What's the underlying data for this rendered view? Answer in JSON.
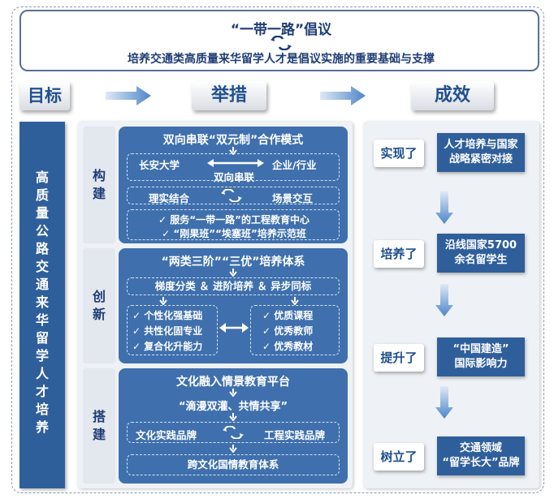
{
  "header": {
    "title": "“一带一路”倡议",
    "subtitle": "培养交通类高质量来华留学人才是倡议实施的重要基础与支撑"
  },
  "columns": {
    "goal": "目标",
    "measures": "举措",
    "results": "成效"
  },
  "goal_text": [
    "高",
    "质",
    "量",
    "公",
    "路",
    "交",
    "通",
    "来",
    "华",
    "留",
    "学",
    "人",
    "才",
    "培",
    "养"
  ],
  "sections": [
    {
      "label": "构建",
      "title": "双向串联“双元制”合作模式",
      "row1_left": "长安大学",
      "row1_right": "企业/行业",
      "row1_caption": "双向串联",
      "row2_left": "理实结合",
      "row2_right": "场景交互",
      "items": [
        "✓ 服务“一带一路”的工程教育中心",
        "✓ “刚果班”“埃塞班”培养示范班"
      ]
    },
    {
      "label": "创新",
      "title": "“两类三阶”“三优”培养体系",
      "row1": "梯度分类 ＆ 进阶培养 ＆ 异步同标",
      "left_items": [
        "✓ 个性化强基础",
        "✓ 共性化固专业",
        "✓ 复合化升能力"
      ],
      "right_items": [
        "✓ 优质课程",
        "✓ 优秀教师",
        "✓ 优秀教材"
      ]
    },
    {
      "label": "搭建",
      "title": "文化融入情景教育平台",
      "row1": "“滴漫双灌、共情共享”",
      "row2_left": "文化实践品牌",
      "row2_right": "工程实践品牌",
      "row3": "跨文化国情教育体系"
    }
  ],
  "results": [
    {
      "label": "实现了",
      "text": "人才培养与国家\n战略紧密对接"
    },
    {
      "label": "培养了",
      "text": "沿线国家5700\n余名留学生"
    },
    {
      "label": "提升了",
      "text": "“中国建造”\n国际影响力"
    },
    {
      "label": "树立了",
      "text": "交通领域\n“留学长大”品牌"
    }
  ],
  "colors": {
    "primary": "#2f5f9b",
    "section": "#3f70ad",
    "text_dark": "#1f3d75"
  }
}
